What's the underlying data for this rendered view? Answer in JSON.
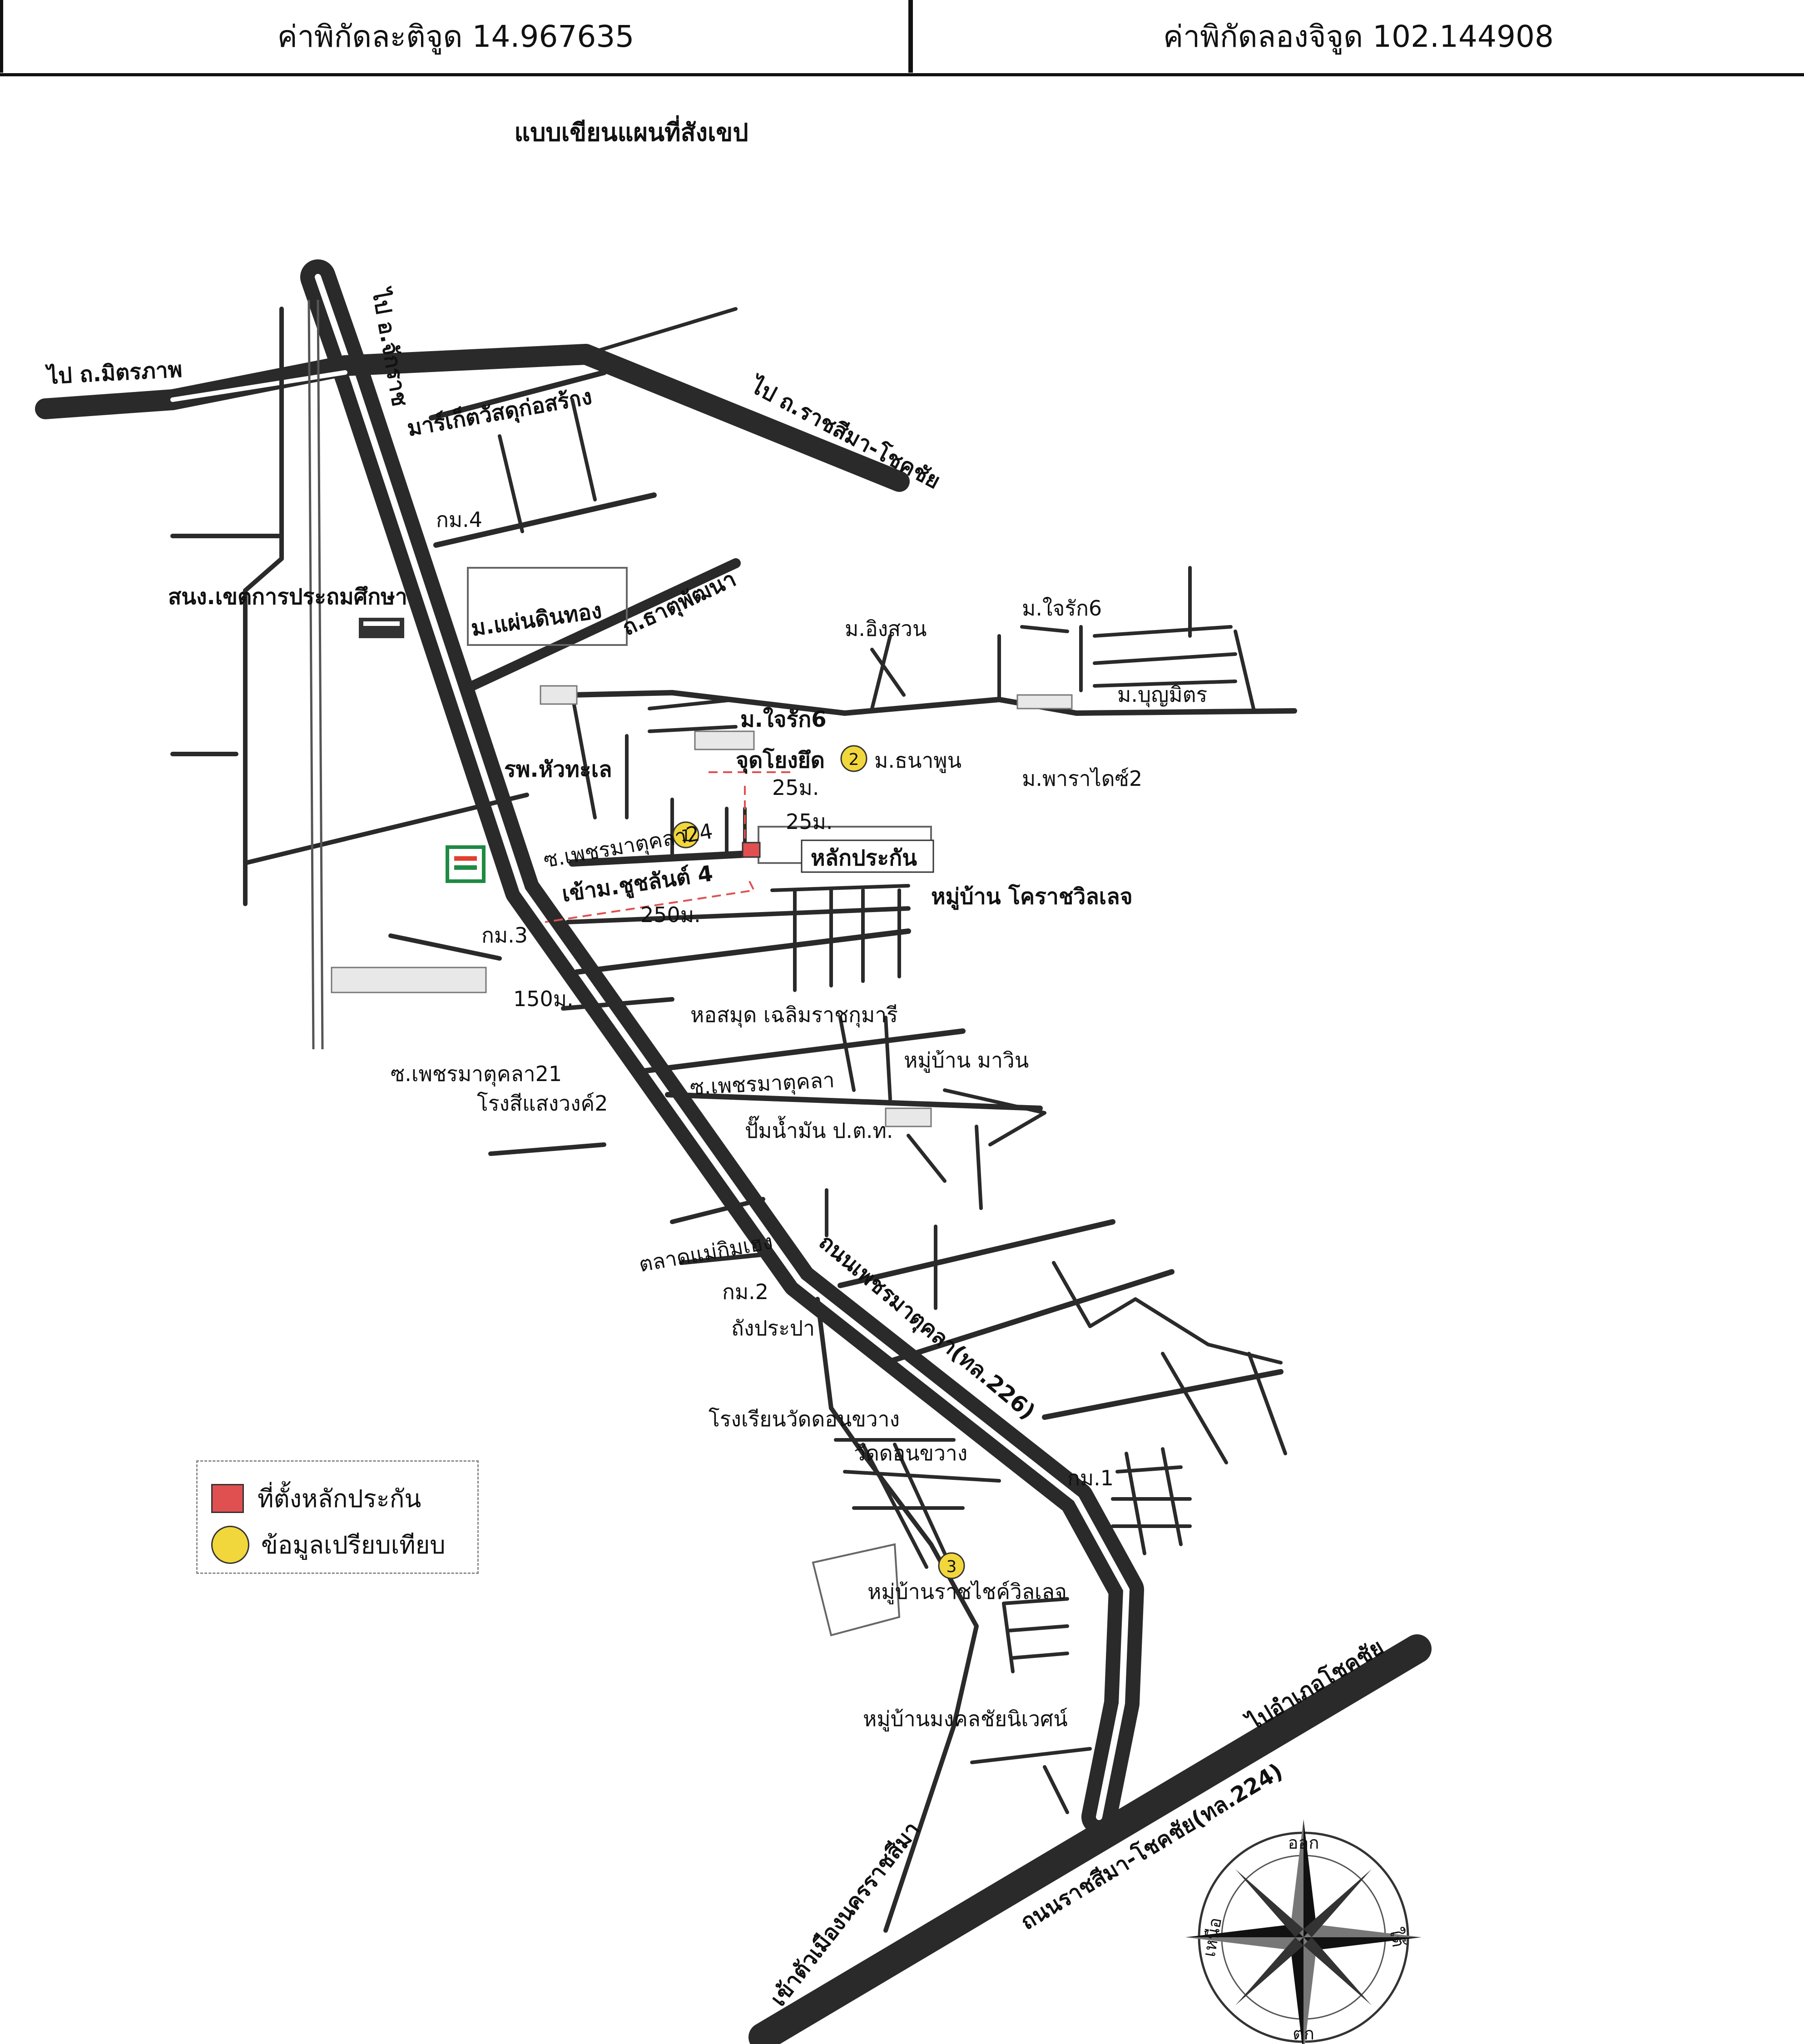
{
  "header": {
    "latitude_text": "ค่าพิกัดละติจูด 14.967635",
    "longitude_text": "ค่าพิกัดลองจิจูด 102.144908"
  },
  "map": {
    "subtitle": "แบบเขียนแผนที่สังเขป",
    "road_labels": {
      "to_chakkarat": "ไป อ.จักราช",
      "to_mittraphap": "ไป ถ.มิตรภาพ",
      "to_ratchasima_chokchai": "ไป ถ.ราชสีมา-โชคชัย",
      "thanon_phet": "ถนนเพชรมาตุคลา(ทล.226)",
      "thanon_ratchasima": "ถนนราชสีมา-โชคชัย(ทล.224)",
      "to_chokchai": "ไปอำเภอโชคชัย",
      "to_city": "เข้าตัวเมืองนครราชสีมา",
      "soi_24": "ซ.เพชรมาตุคลา24",
      "soi_21": "ซ.เพชรมาตุคลา21",
      "soi_other": "ซ.เพชรมาตุคลา",
      "dhammaphat": "ถ.ธาตุพัฒนา"
    },
    "place_labels": {
      "market": "มาร์เก็ตวัสดุก่อสร้าง",
      "km4": "กม.4",
      "km3": "กม.3",
      "km2": "กม.2",
      "km1": "กม.1",
      "school_office": "สนง.เขตการประถมศึกษา",
      "m_phaendin": "ม.แผ่นดินทอง",
      "m_ingsuan": "ม.อิงสวน",
      "m_jairak6_top": "ม.ใจรัก6",
      "m_jairak6": "ม.ใจรัก6",
      "m_boonmit": "ม.บุญมิตร",
      "hospital": "รพ.หัวทะเล",
      "jud_yueng": "จุดโยงยึด",
      "m_thanaphun": "ม.ธนาพูน",
      "m_paradise": "ม.พาราไดซ์2",
      "collateral": "หลักประกัน",
      "chuansuk": "เข้าม.ชูชลันต์ 4",
      "korat_village": "หมู่บ้าน โคราชวิลเลจ",
      "library": "หอสมุด เฉลิมราชกุมารี",
      "mawin": "หมู่บ้าน มาวิน",
      "rongsin": "โรงสีแสงวงค์2",
      "fuel": "ปั๊มน้ำมัน ป.ต.ท.",
      "market_mae": "ตลาดแม่กิมเฮง",
      "tank": "ถังประปา",
      "school_wat": "โรงเรียนวัดดอนขวาง",
      "wat_don": "วัดดอนขวาง",
      "rachai": "หมู่บ้านราชไชค์วิลเลจ",
      "mongkol": "หมู่บ้านมงคลชัยนิเวศน์"
    },
    "distances": {
      "d25a": "25ม.",
      "d25b": "25ม.",
      "d250": "250ม.",
      "d150": "150ม."
    },
    "markers": {
      "m1": "1",
      "m2": "2",
      "m3": "3"
    },
    "compass": {
      "north": "เหนือ",
      "east": "ออก",
      "south": "ใต้",
      "west": "ตก"
    },
    "colors": {
      "road": "#2a2a2a",
      "collateral": "#e05050",
      "comparison": "#f2d73c",
      "seven_eleven_green": "#1f8a43",
      "seven_eleven_red": "#e0402c"
    }
  },
  "legend": {
    "collateral_label": "ที่ตั้งหลักประกัน",
    "comparison_label": "ข้อมูลเปรียบเทียบ"
  }
}
